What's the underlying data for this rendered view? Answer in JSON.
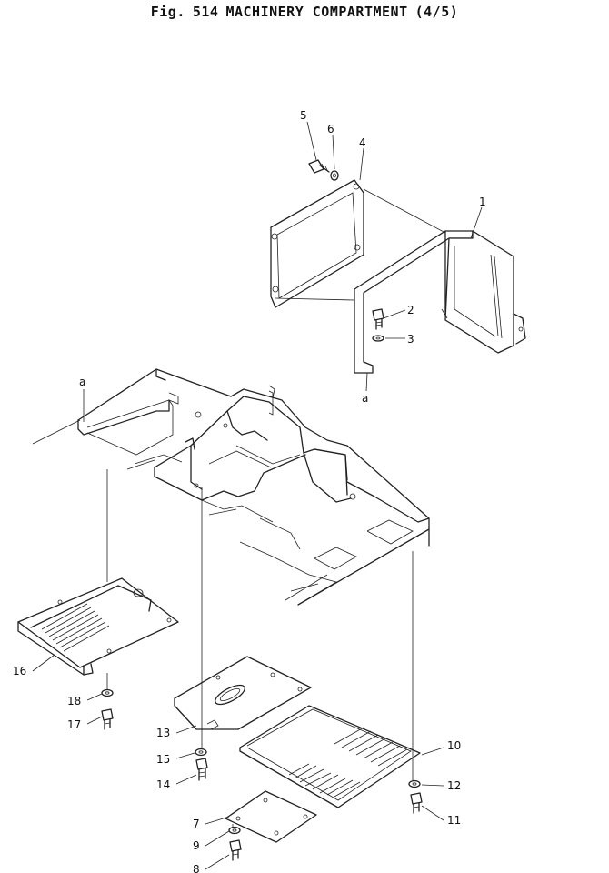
{
  "figure": {
    "fig_label": "Fig.",
    "fig_number": "514",
    "title": "MACHINERY COMPARTMENT",
    "sheet": "(4/5)"
  },
  "parts": {
    "p1": "1",
    "p2": "2",
    "p3": "3",
    "p4": "4",
    "p5": "5",
    "p6": "6",
    "p7": "7",
    "p8": "8",
    "p9": "9",
    "p10": "10",
    "p11": "11",
    "p12": "12",
    "p13": "13",
    "p14": "14",
    "p15": "15",
    "p16": "16",
    "p17": "17",
    "p18": "18"
  },
  "refs": {
    "a_left": "a",
    "a_right": "a"
  }
}
